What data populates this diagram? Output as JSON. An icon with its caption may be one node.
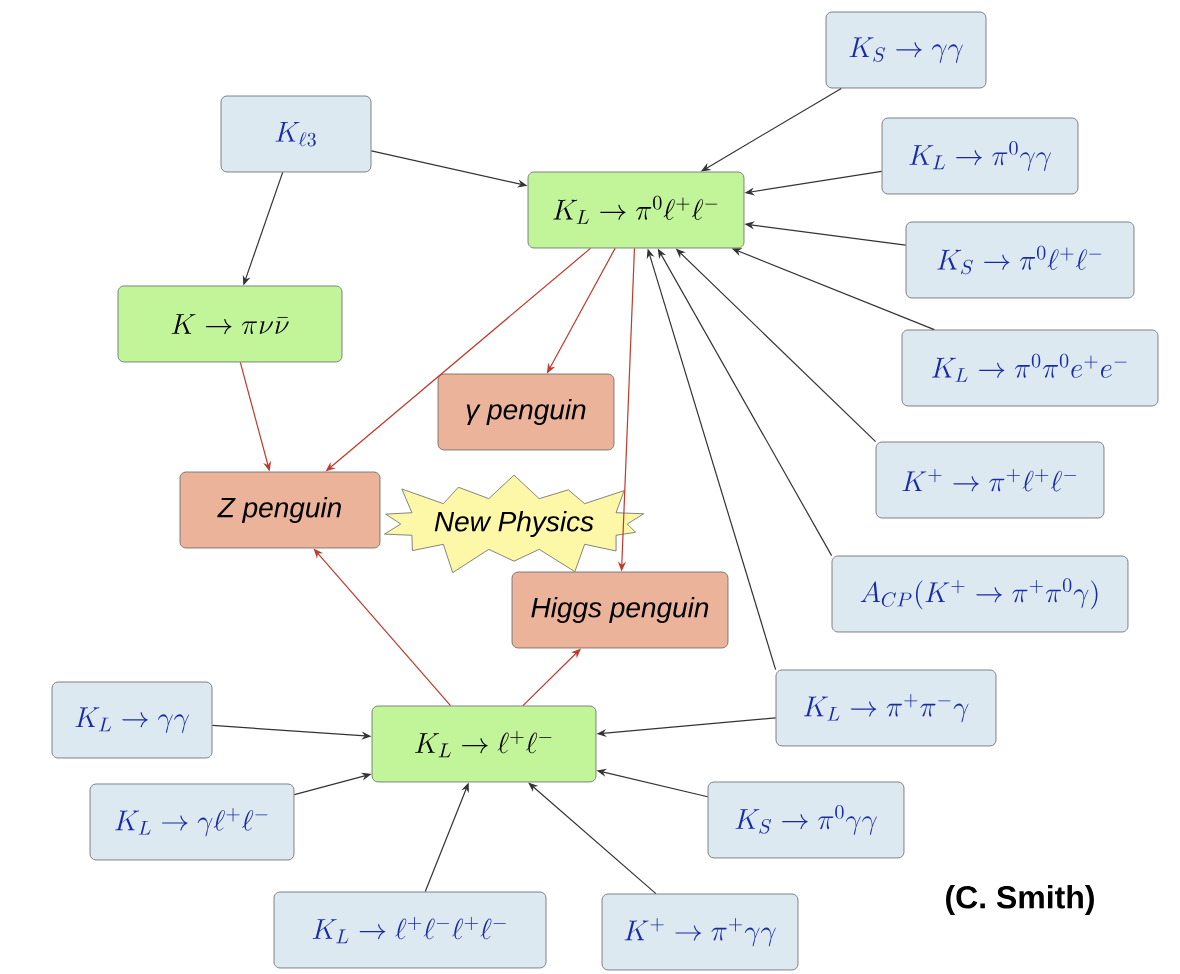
{
  "diagram": {
    "nodes": [
      {
        "text": [
          "K_{\\ell 3}"
        ]
      },
      {
        "text": [
          "K_L \\to \\pi^0 \\ell^+ \\ell^-"
        ]
      },
      {
        "text": [
          "K_S \\to \\gamma\\gamma"
        ]
      },
      {
        "text": [
          "K_L \\to \\pi^0 \\gamma\\gamma"
        ]
      },
      {
        "text": [
          "K_S \\to \\pi^0 \\ell^+ \\ell^-"
        ]
      },
      {
        "text": [
          "K_L \\to \\pi^0 \\pi^0 e^+ e^-"
        ]
      },
      {
        "text": [
          "K \\to \\pi \\nu \\bar{\\nu}"
        ]
      },
      {
        "text": [
          "γ penguin"
        ]
      },
      {
        "text": [
          "K^+ \\to \\pi^+ \\ell^+ \\ell^-"
        ]
      },
      {
        "text": [
          "Z penguin"
        ]
      },
      {
        "text": [
          "New Physics"
        ]
      },
      {
        "text": [
          "Higgs penguin"
        ]
      },
      {
        "text": [
          "A_{CP}(K^+ \\to \\pi^+ \\pi^0 \\gamma)"
        ]
      },
      {
        "text": [
          "K_L \\to \\gamma\\gamma"
        ]
      },
      {
        "text": [
          "K_L \\to \\ell^+ \\ell^-"
        ]
      },
      {
        "text": [
          "K_L \\to \\pi^+ \\pi^- \\gamma"
        ]
      },
      {
        "text": [
          "K_L \\to \\gamma \\ell^+ \\ell^-"
        ]
      },
      {
        "text": [
          "K_S \\to \\pi^0 \\gamma\\gamma"
        ]
      },
      {
        "text": [
          "K_L \\to \\ell^+ \\ell^- \\ell^+ \\ell^-"
        ]
      },
      {
        "text": [
          "K^+ \\to \\pi^+ \\gamma\\gamma"
        ]
      }
    ],
    "edges": [
      {
        "from": 0,
        "to": 1,
        "arrow": "to"
      },
      {
        "from": 0,
        "to": 6,
        "arrow": "to"
      },
      {
        "from": 2,
        "to": 1,
        "arrow": "to"
      },
      {
        "from": 3,
        "to": 1,
        "arrow": "to"
      },
      {
        "from": 4,
        "to": 1,
        "arrow": "to"
      },
      {
        "from": 5,
        "to": 1,
        "arrow": "to"
      },
      {
        "from": 8,
        "to": 1,
        "arrow": "to"
      },
      {
        "from": 12,
        "to": 1,
        "arrow": "to"
      },
      {
        "from": 15,
        "to": 1,
        "arrow": "to"
      },
      {
        "from": 1,
        "to": 9,
        "arrow": "to",
        "color": "#c0392b"
      },
      {
        "from": 1,
        "to": 7,
        "arrow": "to",
        "color": "#c0392b"
      },
      {
        "from": 1,
        "to": 11,
        "arrow": "to",
        "color": "#c0392b"
      },
      {
        "from": 6,
        "to": 9,
        "arrow": "to",
        "color": "#c0392b"
      },
      {
        "from": 14,
        "to": 9,
        "arrow": "to",
        "color": "#c0392b"
      },
      {
        "from": 14,
        "to": 11,
        "arrow": "to",
        "color": "#c0392b"
      },
      {
        "from": 13,
        "to": 14,
        "arrow": "to"
      },
      {
        "from": 16,
        "to": 14,
        "arrow": "to"
      },
      {
        "from": 15,
        "to": 14,
        "arrow": "to"
      },
      {
        "from": 17,
        "to": 14,
        "arrow": "to"
      },
      {
        "from": 18,
        "to": 14,
        "arrow": "to"
      },
      {
        "from": 19,
        "to": 14,
        "arrow": "to"
      }
    ],
    "labels": [
      "(C. Smith)"
    ]
  }
}
